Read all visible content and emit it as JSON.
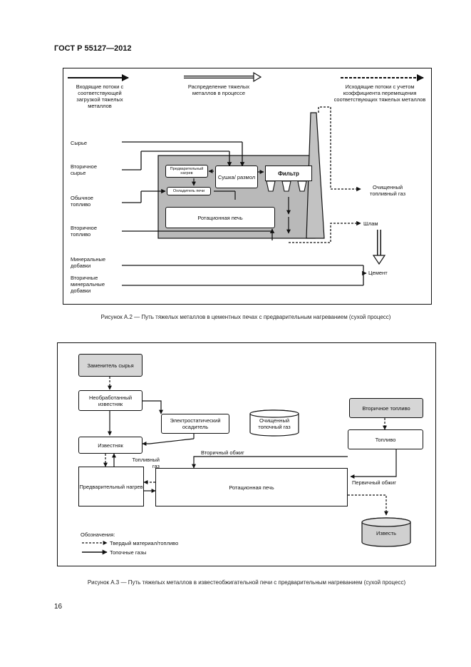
{
  "header": {
    "doc_id": "ГОСТ Р 55127—2012"
  },
  "figure_a2": {
    "legend": {
      "input_streams": "Входящие потоки с соответствующей загрузкой тяжелых металлов",
      "distribution": "Распределение тяжелых металлов в процессе",
      "output_streams": "Исходящие потоки с учетом коэффициента перемещения соответствующих тяжелых металлов"
    },
    "inputs": {
      "raw": "Сырье",
      "secondary_raw": "Вторичное сырье",
      "regular_fuel": "Обычное топливо",
      "secondary_fuel": "Вторичное топливо",
      "mineral_additives": "Минеральные добавки",
      "secondary_mineral_additives": "Вторичные минеральные добавки"
    },
    "blocks": {
      "preheater": "Предварительный нагрев",
      "cooler": "Охладитель печи",
      "drying": "Сушка/ размол",
      "filter": "Фильтр",
      "rotary_kiln": "Ротационная печь"
    },
    "outputs": {
      "clean_gas": "Очищенный топливный газ",
      "sludge": "Шлам",
      "cement": "Цемент"
    },
    "caption": "Рисунок А.2 — Путь тяжелых металлов в цементных печах с предварительным нагреванием (сухой процесс)"
  },
  "figure_a3": {
    "blocks": {
      "raw_substitute": "Заменитель сырья",
      "raw_limestone": "Необработанный известняк",
      "esp": "Электростатический осадитель",
      "clean_gas": "Очищенный топочный газ",
      "secondary_fuel": "Вторичное топливо",
      "limestone": "Известняк",
      "fuel": "Топливо",
      "preheater": "Предварительный нагрев",
      "rotary_kiln": "Ротационная печь",
      "lime": "Известь"
    },
    "labels": {
      "flue_gas": "Топливный газ",
      "secondary_air": "Вторичный обжиг",
      "primary_air": "Первичный обжиг"
    },
    "legend": {
      "title": "Обозначения:",
      "solid_material": "Твердый материал/топливо",
      "flue_gases": "Топочные газы"
    },
    "caption": "Рисунок А.3 — Путь тяжелых металлов в известеобжигательной печи с предварительным нагреванием (сухой процесс)"
  },
  "page_number": "16"
}
